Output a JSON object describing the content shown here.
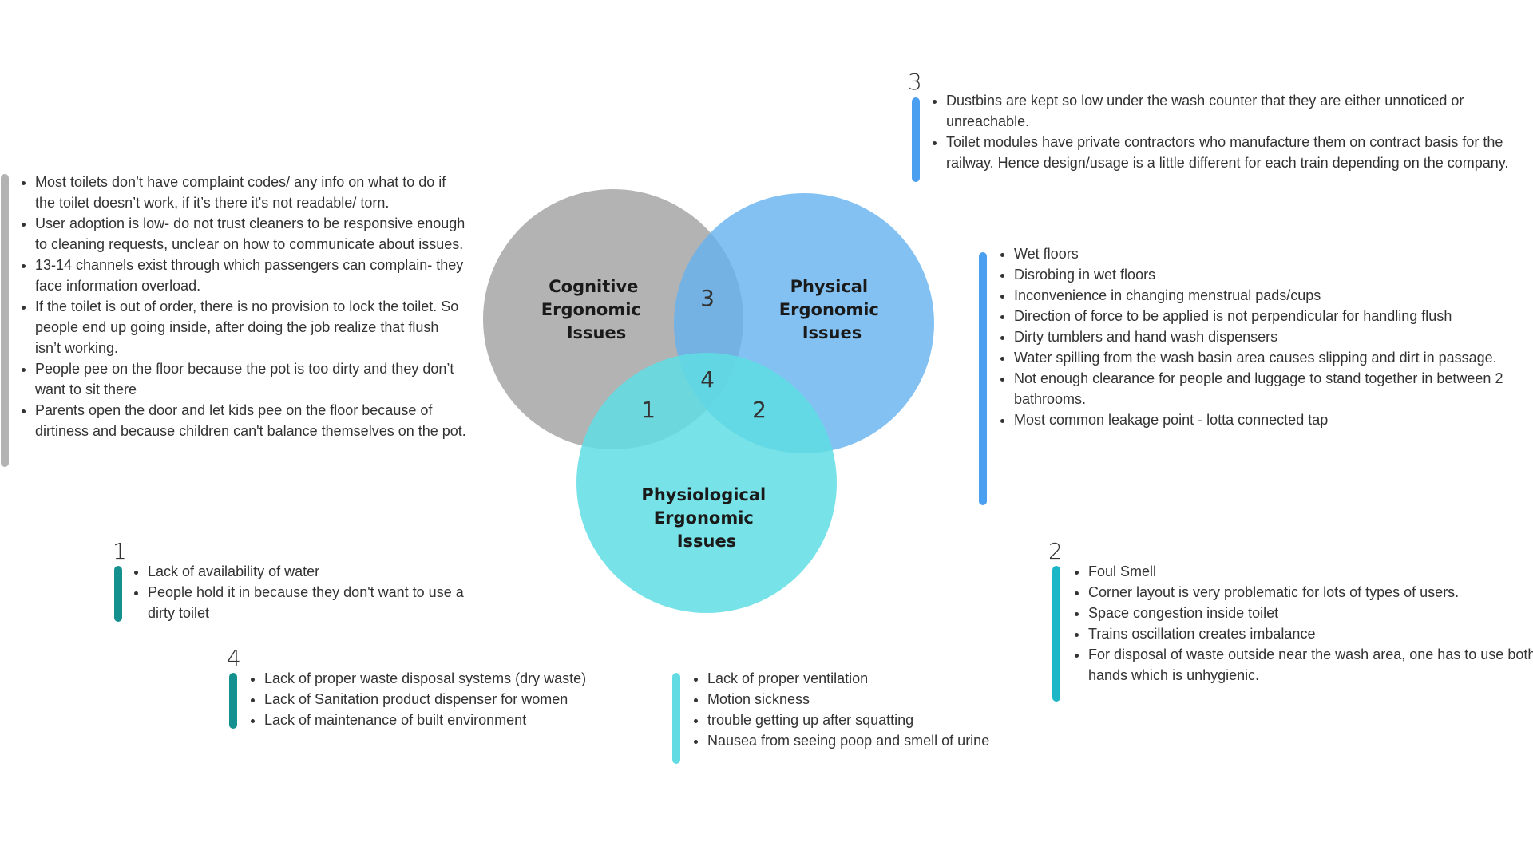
{
  "colors": {
    "cognitive": "#a6a6a6",
    "physical": "#64b2f0",
    "physiological": "#5fdde3",
    "bar_gray": "#b3b3b3",
    "bar_blue": "#4a9ff0",
    "bar_teal_dark": "#14918f",
    "bar_teal": "#1bb7c6",
    "bar_cyan_light": "#62dbe3"
  },
  "circles": {
    "cognitive": [
      "Cognitive",
      "Ergonomic",
      "Issues"
    ],
    "physical": [
      "Physical",
      "Ergonomic",
      "Issues"
    ],
    "physiological": [
      "Physiological",
      "Ergonomic",
      "Issues"
    ]
  },
  "regions": {
    "r1": "1",
    "r2": "2",
    "r3": "3",
    "r4": "4"
  },
  "cognitive_list": [
    "Most toilets don’t have complaint codes/ any info on what to do if the toilet doesn’t work, if it’s there it's not readable/ torn.",
    "User adoption is low- do not trust cleaners to be responsive enough to cleaning requests, unclear on how to communicate about issues.",
    "13-14 channels exist through which passengers can complain- they face information overload.",
    "If the toilet is out of order, there is no provision to lock the toilet. So people end up going inside, after doing the job realize that flush isn’t working.",
    "People pee on the floor because the pot is too dirty and they don’t want to sit there",
    "Parents open the door and let kids pee on the floor because of dirtiness and because children can't balance themselves on the pot."
  ],
  "group3": {
    "number": "3",
    "items": [
      "Dustbins are kept so low under the wash counter that they are either unnoticed or unreachable.",
      "Toilet modules have private contractors who manufacture them on contract basis for the railway. Hence design/usage is a little different for each train depending on the company."
    ]
  },
  "physical_list": [
    "Wet floors",
    "Disrobing in wet floors",
    "Inconvenience in changing menstrual pads/cups",
    "Direction of force to be applied is not perpendicular for handling flush",
    "Dirty tumblers and hand wash dispensers",
    "Water spilling from the wash basin area causes slipping and dirt in passage.",
    "Not enough clearance for people and luggage to stand together in between 2 bathrooms.",
    "Most common leakage point - lotta connected tap"
  ],
  "group1": {
    "number": "1",
    "items": [
      "Lack of availability of water",
      "People hold it in because they don't want to use a dirty toilet"
    ]
  },
  "group2": {
    "number": "2",
    "items": [
      "Foul Smell",
      "Corner layout is very problematic for lots of types of users.",
      "Space congestion inside toilet",
      "Trains oscillation creates imbalance",
      "For disposal of waste outside near the wash area, one has to use both hands which is unhygienic."
    ]
  },
  "group4": {
    "number": "4",
    "items": [
      "Lack of proper waste disposal systems (dry waste)",
      "Lack of Sanitation product dispenser for women",
      "Lack of maintenance of built environment"
    ]
  },
  "physiological_list": [
    "Lack of proper ventilation",
    "Motion sickness",
    "trouble getting up after squatting",
    "Nausea from seeing poop and smell of urine"
  ]
}
